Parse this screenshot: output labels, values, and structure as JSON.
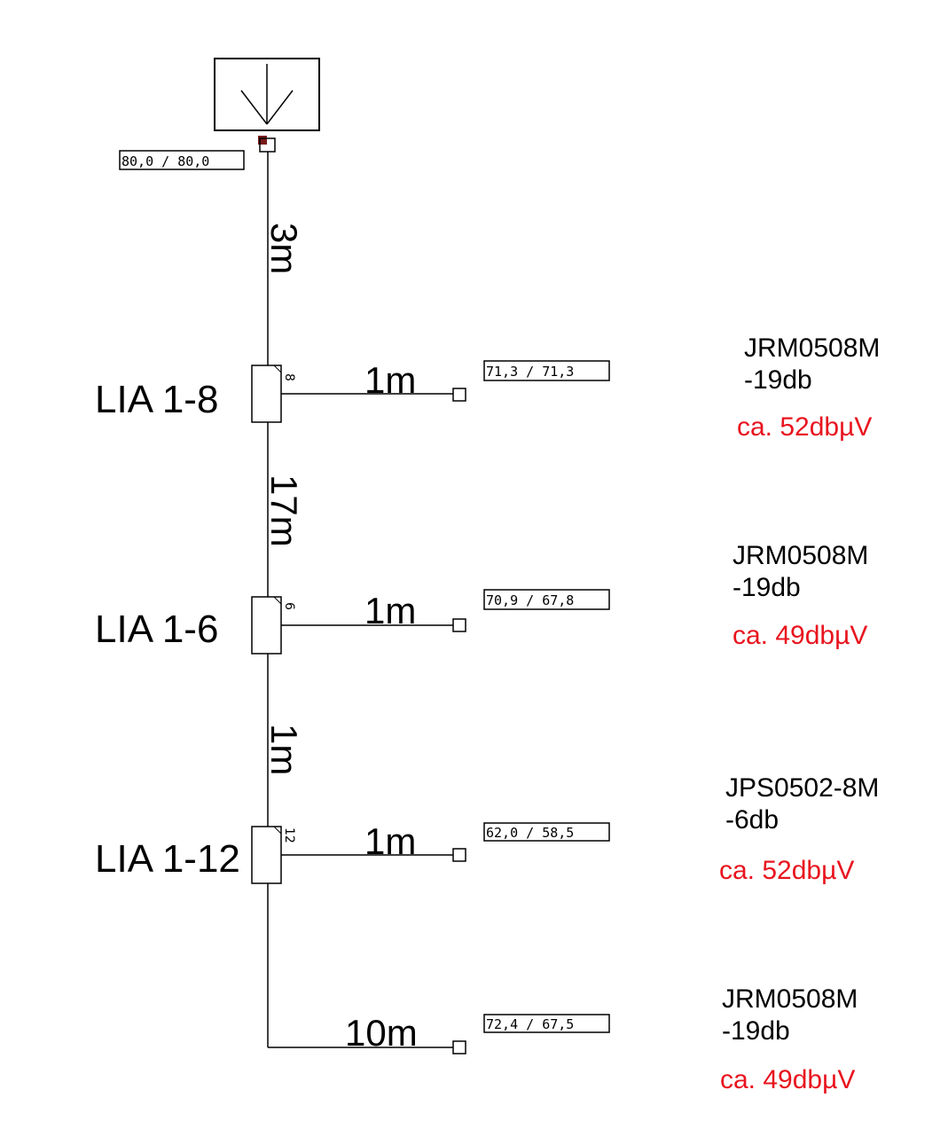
{
  "source": {
    "icon": "antenna-icon",
    "level": "80,0 / 80,0",
    "connector_color": "#7a1a1a"
  },
  "trunk_segments": [
    {
      "label": "3m"
    },
    {
      "label": "17m"
    },
    {
      "label": "1m"
    }
  ],
  "taps": [
    {
      "name": "LIA 1-8",
      "port_number": "8",
      "branch_length": "1m",
      "level": "71,3 / 71,3",
      "device": "JRM0508M",
      "attenuation": "-19db",
      "estimate": "ca. 52dbµV"
    },
    {
      "name": "LIA 1-6",
      "port_number": "6",
      "branch_length": "1m",
      "level": "70,9 / 67,8",
      "device": "JRM0508M",
      "attenuation": "-19db",
      "estimate": "ca. 49dbµV"
    },
    {
      "name": "LIA 1-12",
      "port_number": "12",
      "branch_length": "1m",
      "level": "62,0 / 58,5",
      "device": "JPS0502-8M",
      "attenuation": "-6db",
      "estimate": "ca. 52dbµV"
    }
  ],
  "end_branch": {
    "branch_length": "10m",
    "level": "72,4 / 67,5",
    "device": "JRM0508M",
    "attenuation": "-19db",
    "estimate": "ca. 49dbµV"
  },
  "colors": {
    "line": "#000000",
    "estimate_text": "#e8141e"
  }
}
